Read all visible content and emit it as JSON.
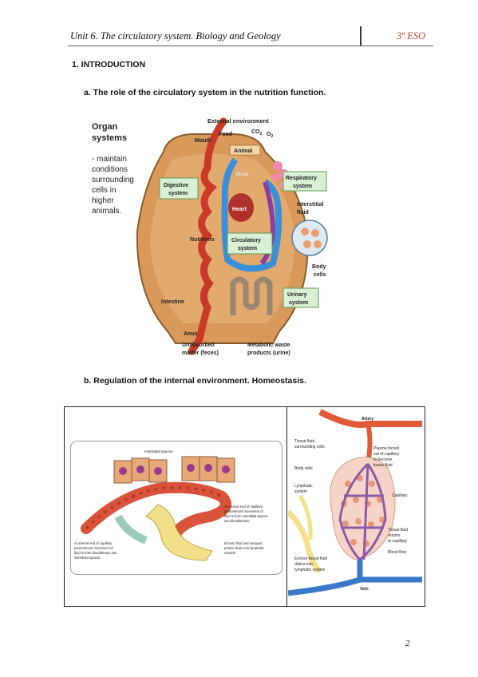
{
  "header": {
    "title": "Unit 6. The circulatory system. Biology and Geology",
    "course": "3º ESO"
  },
  "section": {
    "heading": "1.  INTRODUCTION",
    "sub_a": "a.  The role of the circulatory system in the nutrition function.",
    "sub_b": "b.  Regulation of the internal environment. Homeostasis."
  },
  "figure1": {
    "title_line1": "Organ",
    "title_line2": "systems",
    "desc": [
      "- maintain",
      "conditions",
      "surrounding",
      "cells in",
      "higher",
      "animals."
    ],
    "external_environment": "External environment",
    "mouth": "Mouth",
    "food": "Food",
    "co2": "CO",
    "co2_sub": "2",
    "o2": "O",
    "o2_sub": "2",
    "animal": "Animal",
    "digestive_1": "Digestive",
    "digestive_2": "system",
    "respiratory_1": "Respiratory",
    "respiratory_2": "system",
    "blood": "Blood",
    "heart": "Heart",
    "interstitial_1": "Interstitial",
    "interstitial_2": "fluid",
    "nutrients": "Nutrients",
    "circulatory_1": "Circulatory",
    "circulatory_2": "system",
    "body_1": "Body",
    "body_2": "cells",
    "urinary_1": "Urinary",
    "urinary_2": "system",
    "intestine": "Intestine",
    "anus": "Anus",
    "unabsorbed_1": "Unabsorbed",
    "unabsorbed_2": "matter (feces)",
    "metabolic_1": "Metabolic waste",
    "metabolic_2": "products (urine)"
  },
  "figure2": {
    "interstitial_spaces": "Interstitial spaces",
    "venous_1": "At venous end of capillary:",
    "venous_2": "predominant movement of",
    "venous_3": "fluid is from interstitial spaces",
    "venous_4": "into bloodstream.",
    "arterial_1": "At arterial end of capillary:",
    "arterial_2": "predominant movement of",
    "arterial_3": "fluid is from bloodstream into",
    "arterial_4": "interstitial spaces.",
    "excess_1": "Excess fluid and escaped",
    "excess_2": "protein drain into lymphatic",
    "excess_3": "vessels."
  },
  "figure3": {
    "artery": "Artery",
    "tissue_1": "Tissue fluid",
    "tissue_2": "surrounding cells",
    "plasma_1": "Plasma forced",
    "plasma_2": "out of capillary",
    "plasma_3": "to become",
    "plasma_4": "tissue fluid",
    "body_cells": "Body cells",
    "lymphatic_1": "Lymphatic",
    "lymphatic_2": "system",
    "capillary": "Capillary",
    "returns_1": "Tissue fluid",
    "returns_2": "returns",
    "returns_3": "to capillary",
    "blood_flow": "Blood flow",
    "excess_1": "Excess tissue fluid",
    "excess_2": "drains into",
    "excess_3": "lymphatic system",
    "vein": "Vein"
  },
  "colors": {
    "course": "#c0392b",
    "body_fill": "#d9995a",
    "artery": "#e35a3b",
    "vein": "#3a8fd9",
    "label_box": "#d9f0d4",
    "lymph": "#f3e08a"
  },
  "page_number": "2"
}
